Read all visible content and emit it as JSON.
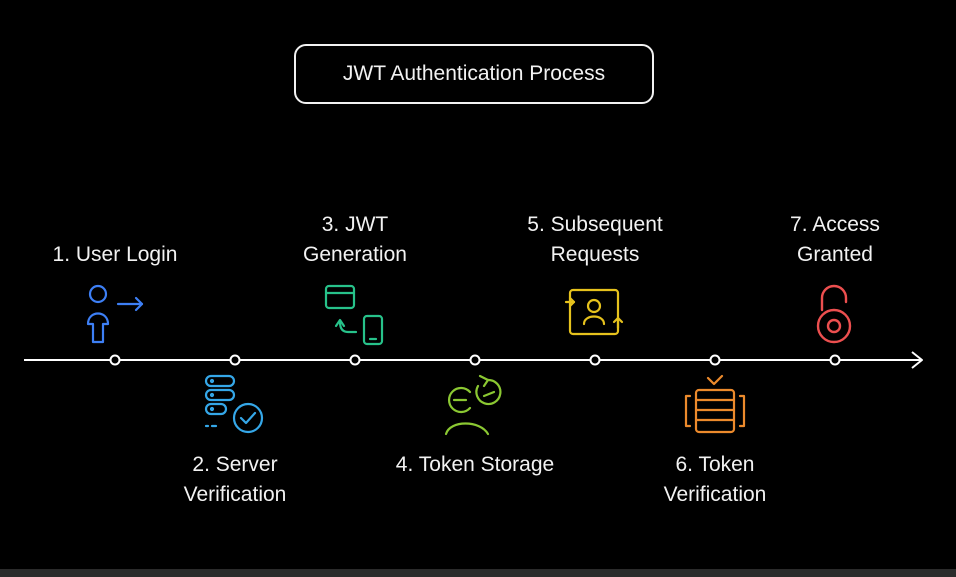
{
  "title": "JWT Authentication Process",
  "steps": [
    {
      "line1": "1. User Login",
      "line2": "",
      "color": "#3d7ff5",
      "icon": "user-login-icon"
    },
    {
      "line1": "2. Server",
      "line2": "Verification",
      "color": "#35a7e8",
      "icon": "server-check-icon"
    },
    {
      "line1": "3. JWT",
      "line2": "Generation",
      "color": "#27c28a",
      "icon": "card-phone-exchange-icon"
    },
    {
      "line1": "4. Token Storage",
      "line2": "",
      "color": "#8bc832",
      "icon": "token-storage-person-icon"
    },
    {
      "line1": "5. Subsequent",
      "line2": "Requests",
      "color": "#e6c21d",
      "icon": "request-frame-user-icon"
    },
    {
      "line1": "6. Token",
      "line2": "Verification",
      "color": "#ec8a2c",
      "icon": "token-document-icon"
    },
    {
      "line1": "7. Access",
      "line2": "Granted",
      "color": "#ec4f4f",
      "icon": "unlocked-padlock-icon"
    }
  ]
}
